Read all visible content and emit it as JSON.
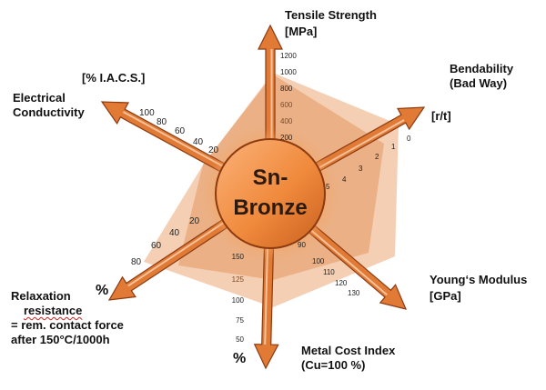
{
  "center": {
    "line1": "Sn-",
    "line2": "Bronze"
  },
  "colors": {
    "arrow": "#e07a35",
    "arrow_light": "#f6c29b",
    "arrow_dark": "#8c3a10",
    "web_outer": "#f2c7a6",
    "web_inner": "#e8a576",
    "hub": "#f08a3c"
  },
  "axes": {
    "tensile": {
      "title": "Tensile Strength",
      "unit": "[MPa]",
      "ticks": [
        "1200",
        "1000",
        "800",
        "600",
        "400",
        "200"
      ]
    },
    "bendability": {
      "title_line1": "Bendability",
      "title_line2": "(Bad Way)",
      "unit": "[r/t]",
      "ticks": [
        "0",
        "1",
        "2",
        "3",
        "4",
        "5"
      ]
    },
    "youngs": {
      "title": "Young‘s Modulus",
      "unit": "[GPa]",
      "ticks": [
        "90",
        "100",
        "110",
        "120",
        "130"
      ]
    },
    "metal_cost": {
      "title": "Metal Cost Index",
      "unit": "(Cu=100 %)",
      "ticks": [
        "150",
        "125",
        "100",
        "75",
        "50"
      ],
      "pct": "%"
    },
    "relaxation": {
      "title_line1": "Relaxation",
      "title_line2": "resistance",
      "title_line3": "= rem. contact force",
      "title_line4": "after 150°C/1000h",
      "ticks": [
        "20",
        "40",
        "60",
        "80"
      ],
      "pct": "%"
    },
    "electrical": {
      "title_line1": "Electrical",
      "title_line2": "Conductivity",
      "unit": "[% I.A.C.S.]",
      "ticks": [
        "100",
        "80",
        "60",
        "40",
        "20"
      ]
    }
  }
}
